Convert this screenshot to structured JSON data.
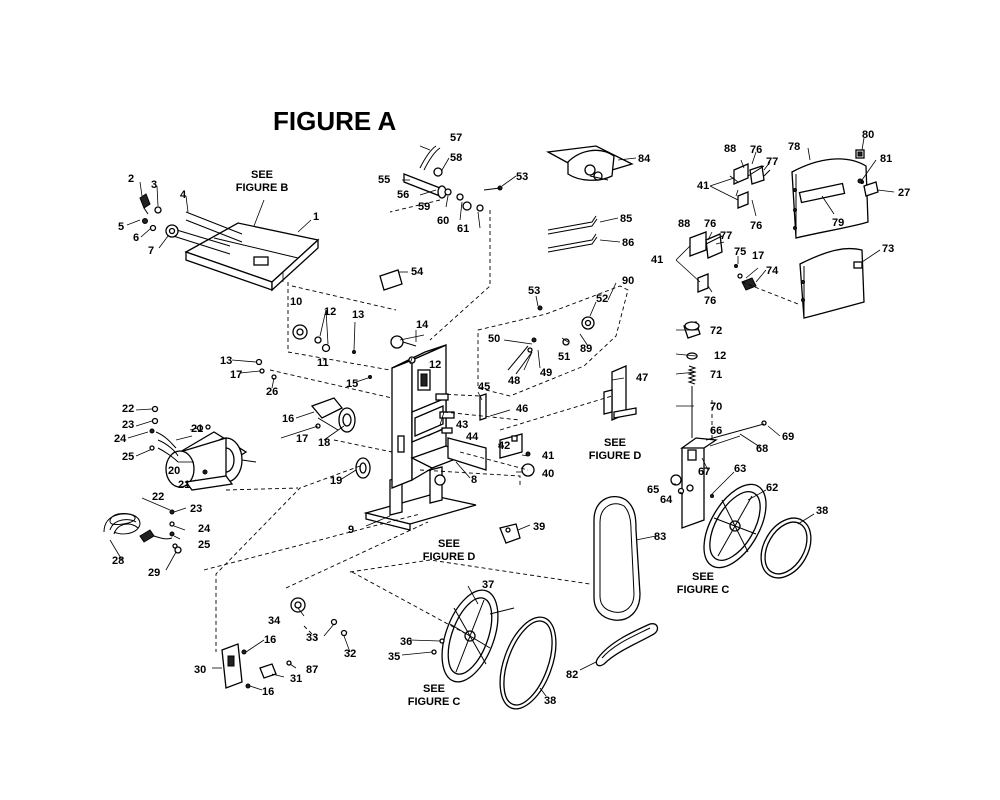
{
  "title": "FIGURE A",
  "references": {
    "fig_b": [
      "SEE",
      "FIGURE B"
    ],
    "fig_d_1": [
      "SEE",
      "FIGURE D"
    ],
    "fig_d_2": [
      "SEE",
      "FIGURE D"
    ],
    "fig_c_1": [
      "SEE",
      "FIGURE C"
    ],
    "fig_c_2": [
      "SEE",
      "FIGURE C"
    ]
  },
  "callouts": [
    "1",
    "2",
    "3",
    "4",
    "5",
    "6",
    "7",
    "8",
    "9",
    "10",
    "11",
    "12",
    "13",
    "14",
    "15",
    "16",
    "17",
    "18",
    "19",
    "20",
    "21",
    "22",
    "23",
    "24",
    "25",
    "26",
    "27",
    "28",
    "29",
    "30",
    "31",
    "32",
    "33",
    "34",
    "35",
    "36",
    "37",
    "38",
    "39",
    "40",
    "41",
    "42",
    "43",
    "44",
    "45",
    "46",
    "47",
    "48",
    "49",
    "50",
    "51",
    "52",
    "53",
    "54",
    "55",
    "56",
    "57",
    "58",
    "59",
    "60",
    "61",
    "62",
    "63",
    "64",
    "65",
    "66",
    "67",
    "68",
    "69",
    "70",
    "71",
    "72",
    "73",
    "74",
    "75",
    "76",
    "77",
    "78",
    "79",
    "80",
    "81",
    "82",
    "83",
    "84",
    "85",
    "86",
    "87",
    "88",
    "89",
    "90"
  ]
}
